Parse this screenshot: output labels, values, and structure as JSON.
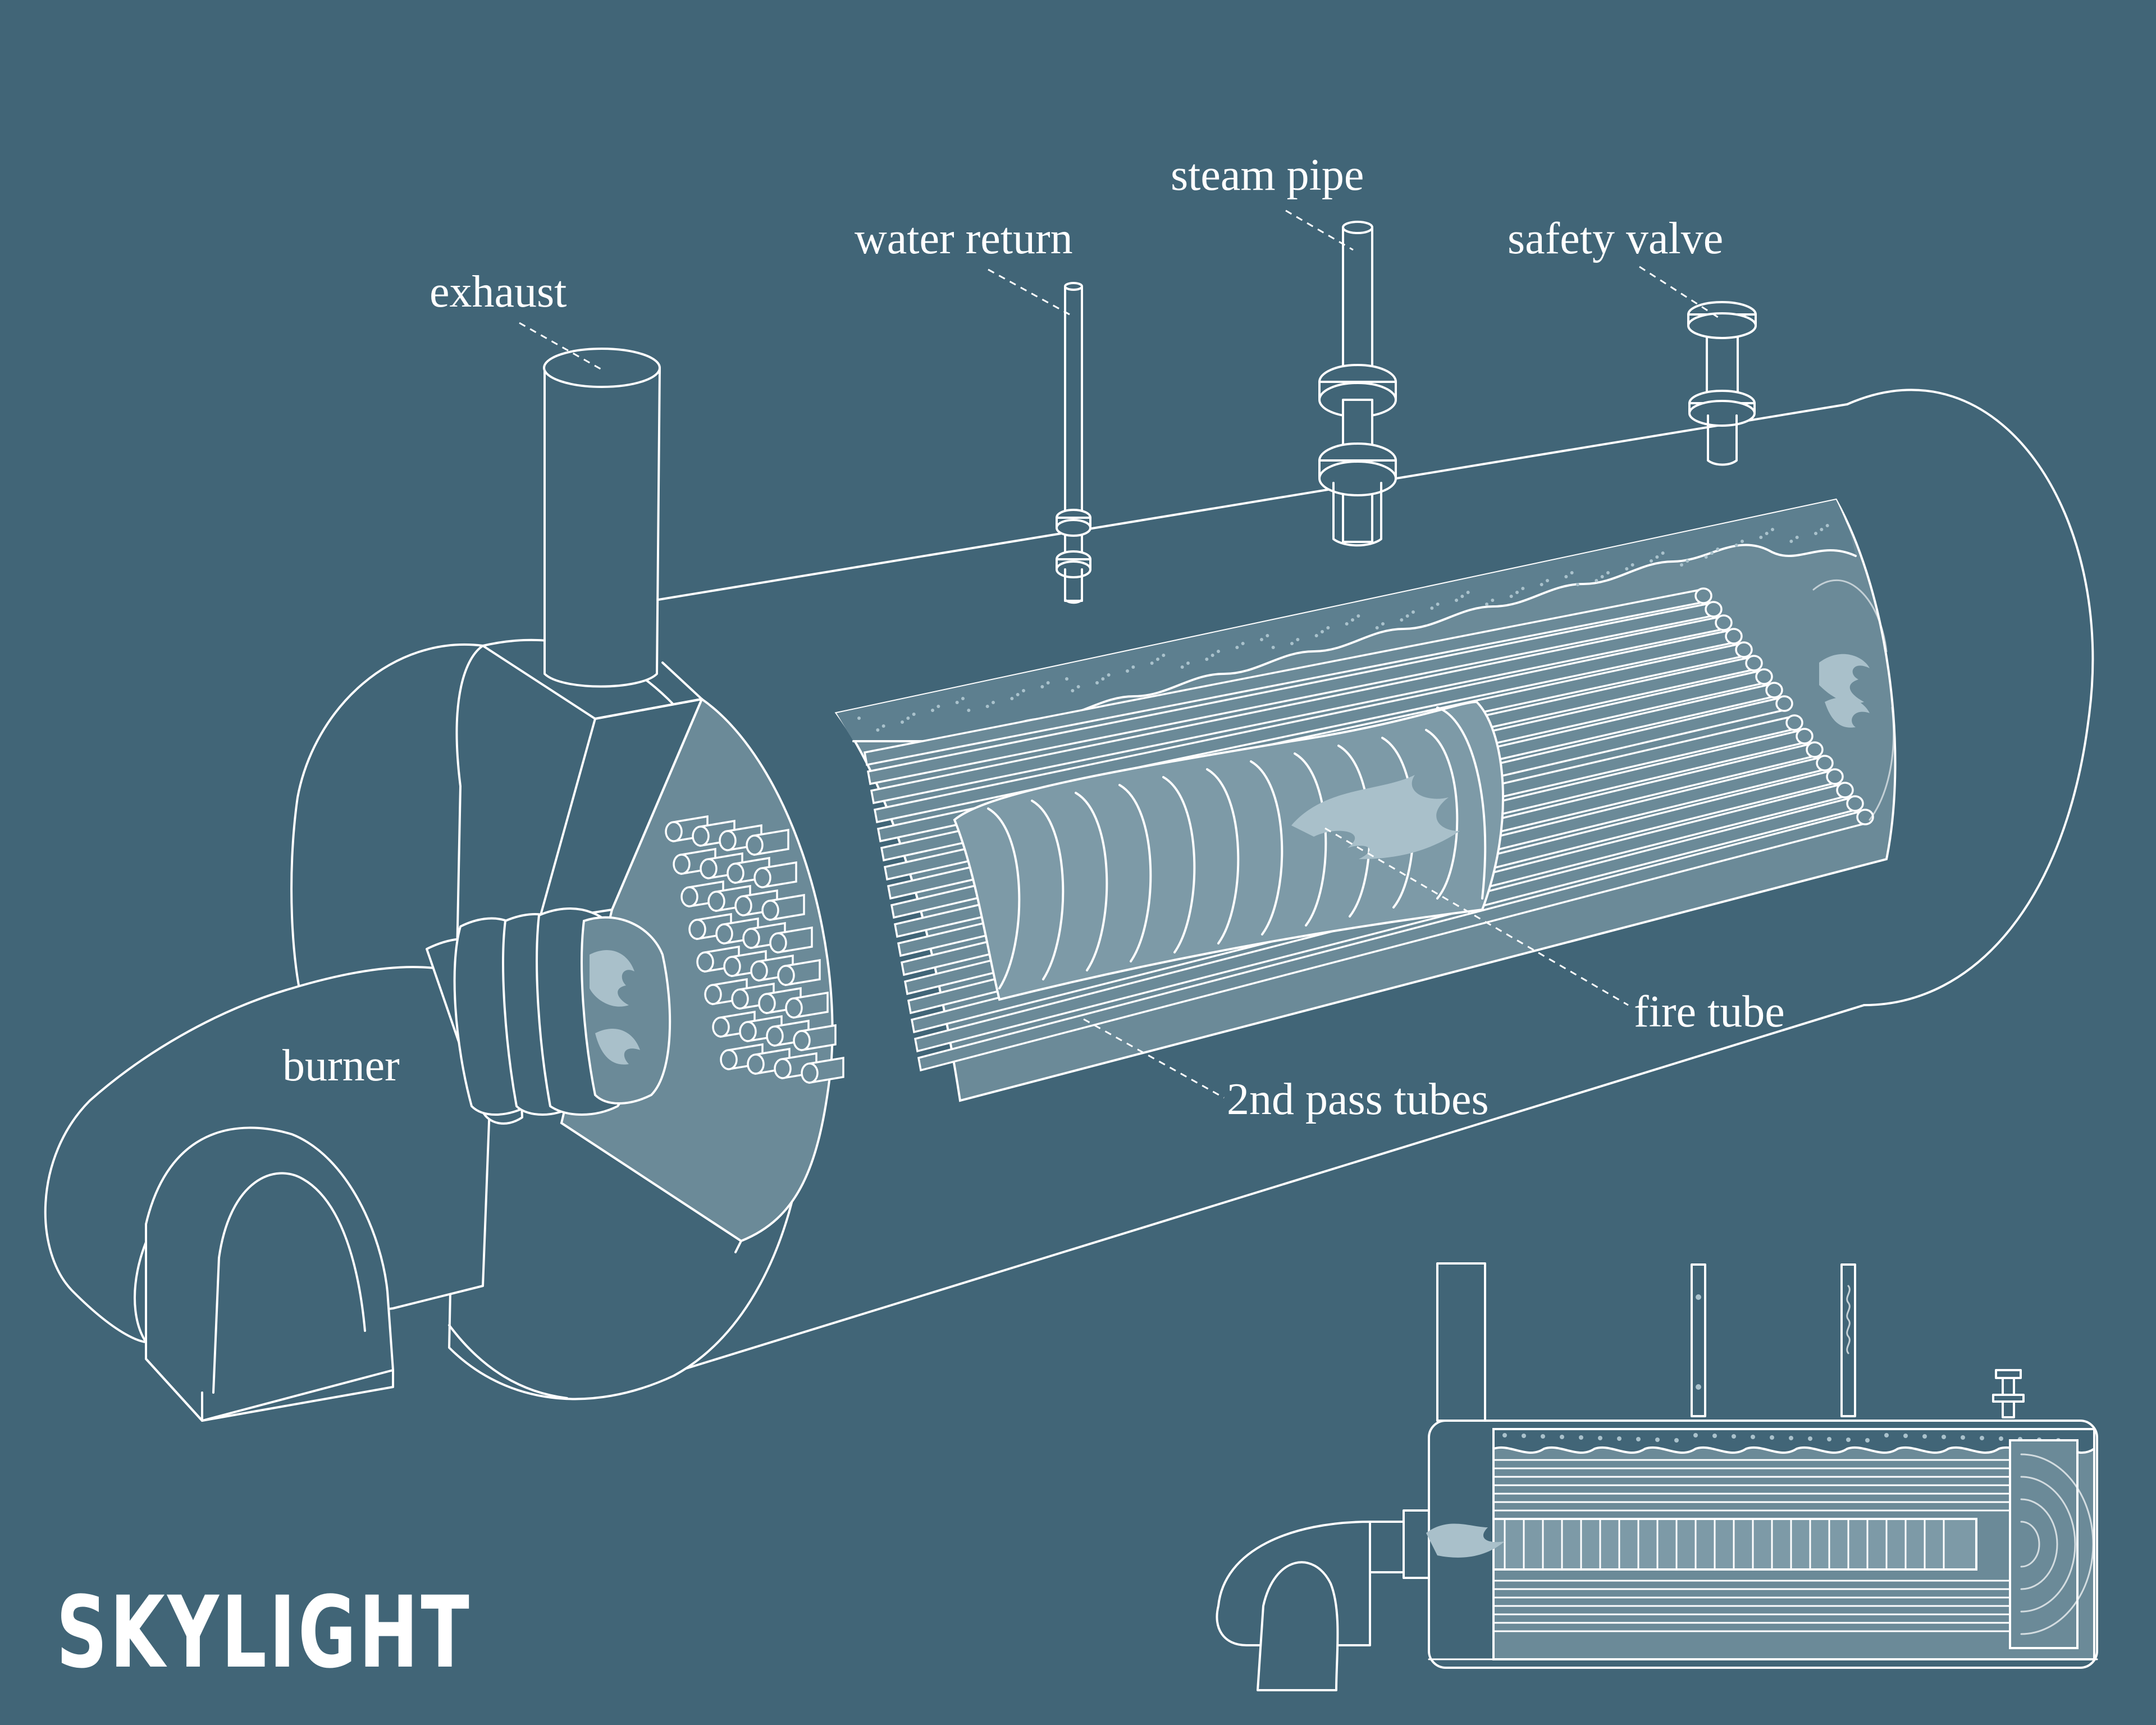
{
  "colors": {
    "background": "#416577",
    "line": "#ffffff",
    "cutaway_fill": "#6b8a98",
    "flame": "#a9c0ca"
  },
  "labels": {
    "exhaust": "exhaust",
    "water_return": "water return",
    "steam_pipe": "steam pipe",
    "safety_valve": "safety valve",
    "burner": "burner",
    "fire_tube": "fire tube",
    "second_pass_tubes": "2nd pass tubes"
  },
  "brand": {
    "logo_text": "SKYLIGHT"
  }
}
